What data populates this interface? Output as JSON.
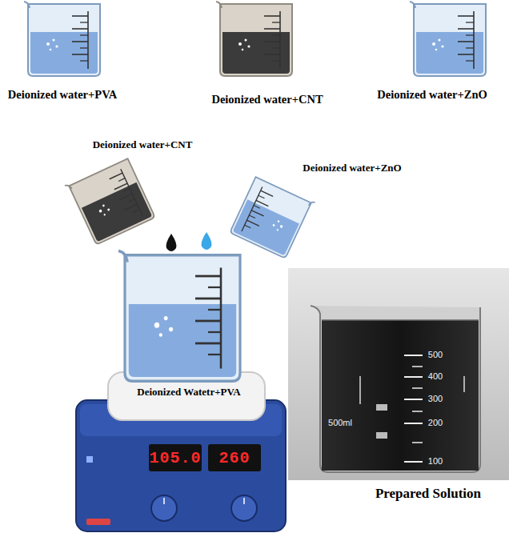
{
  "diagram": {
    "labels": [
      "Deionized water+PVA",
      "Deionized water+CNT",
      "Deionized water+ZnO",
      "Deionized water+CNT",
      "Deionized water+ZnO",
      "Deionized Watetr+PVA",
      "105.0",
      "260",
      "500",
      "400",
      "300",
      "500ml",
      "200",
      "100",
      "Prepared Solution"
    ]
  }
}
